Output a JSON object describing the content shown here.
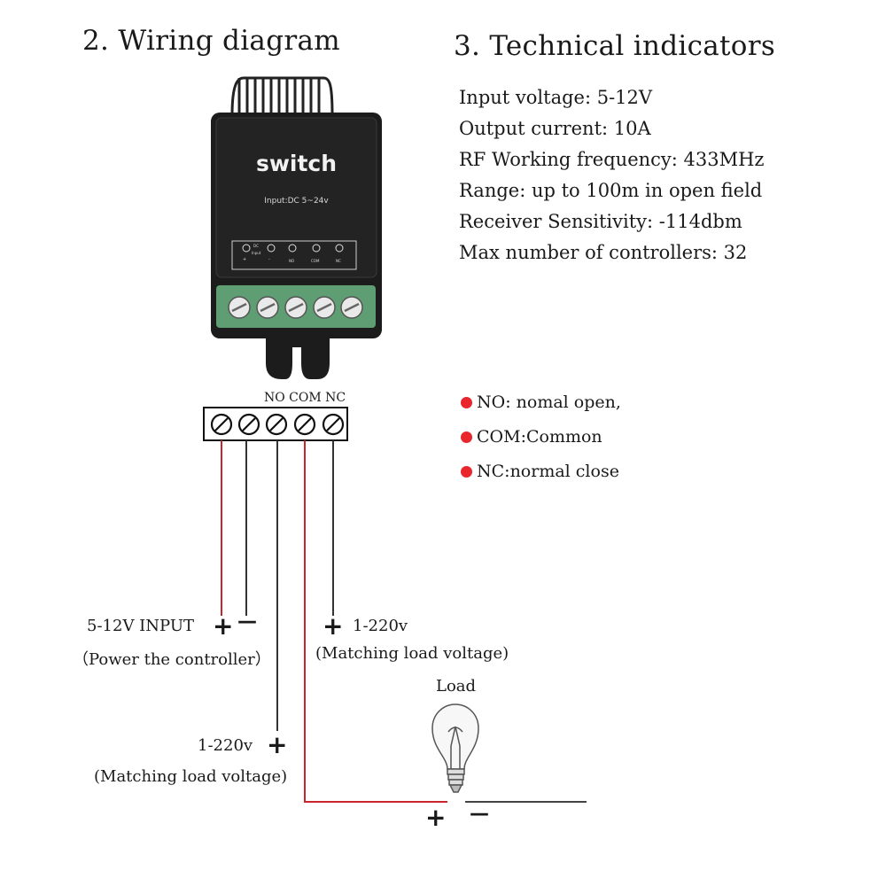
{
  "headings": {
    "wiring": "2. Wiring diagram",
    "technical": "3. Technical indicators"
  },
  "specs": [
    "Input voltage: 5-12V",
    "Output current: 10A",
    "RF Working frequency: 433MHz",
    "Range: up to 100m in open field",
    "Receiver Sensitivity: -114dbm",
    "Max number of controllers: 32"
  ],
  "device": {
    "title": "switch",
    "input": "Input:DC 5~24v",
    "dc_label": "DC",
    "input_label": "Input",
    "terminals": [
      "+",
      "-",
      "NO",
      "COM",
      "NC"
    ]
  },
  "terminal_header": "NO COM NC",
  "legend": [
    "NO: nomal open,",
    "COM:Common",
    "NC:normal close"
  ],
  "colors": {
    "red_wire": "#c8262c",
    "dark_wire": "#333333",
    "legend_dot": "#e8262c",
    "terminal_green": "#5f9e72",
    "device_body": "#1c1c1c"
  },
  "labels": {
    "input_label": "5-12V INPUT",
    "input_plus": "+",
    "input_minus": "—",
    "power_note": "（Power the controller）",
    "nc_plus": "+",
    "nc_voltage": "1-220v",
    "nc_note": "(Matching load voltage)",
    "no_voltage": "1-220v",
    "no_plus": "+",
    "no_note": "(Matching load voltage)",
    "load": "Load",
    "bottom_plus": "+",
    "bottom_minus": "—"
  }
}
